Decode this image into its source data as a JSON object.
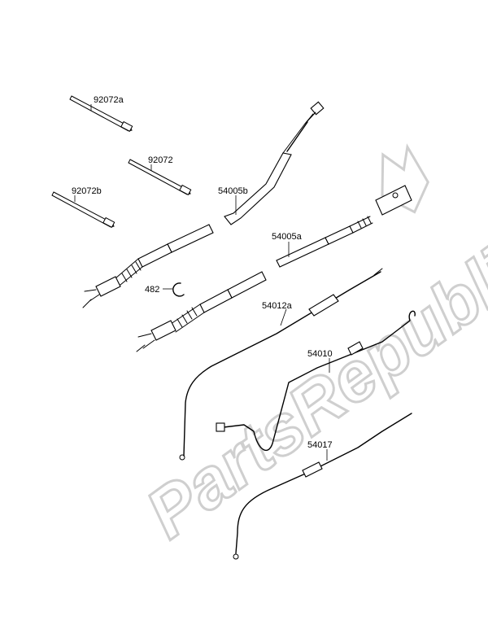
{
  "watermark": "PartsRepublik",
  "part_labels": {
    "p92072a": "92072a",
    "p92072": "92072",
    "p92072b": "92072b",
    "p54005b": "54005b",
    "p54005a": "54005a",
    "p482": "482",
    "p54012a": "54012a",
    "p54010": "54010",
    "p54017": "54017"
  }
}
